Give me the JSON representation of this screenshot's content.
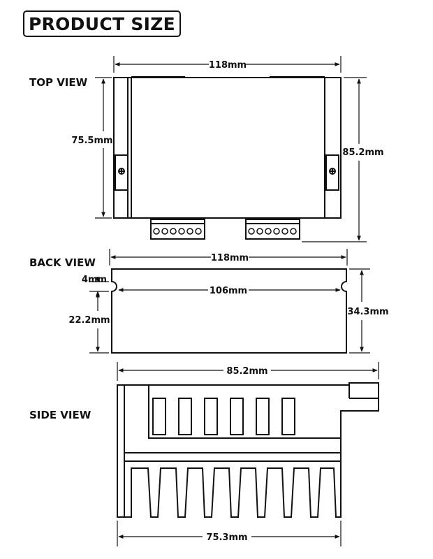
{
  "title": "PRODUCT SIZE",
  "views": {
    "top": "TOP VIEW",
    "back": "BACK VIEW",
    "side": "SIDE VIEW"
  },
  "dimensions": {
    "top_width": "118mm",
    "top_inner_height": "75.5mm",
    "top_outer_height": "85.2mm",
    "back_width": "118mm",
    "back_slot": "4mm",
    "back_inner_width": "106mm",
    "back_height_small": "22.2mm",
    "back_height": "34.3mm",
    "side_width": "85.2mm",
    "side_base": "75.3mm"
  }
}
